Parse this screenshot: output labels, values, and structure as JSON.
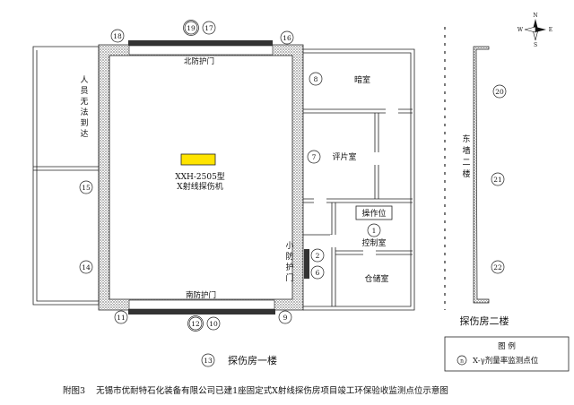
{
  "north_door": "北防护门",
  "south_door": "南防护门",
  "small_door": [
    "小",
    "防",
    "护",
    "门"
  ],
  "no_access": [
    "人",
    "员",
    "无",
    "法",
    "到",
    "达"
  ],
  "machine": {
    "model": "XXH-2505型",
    "name": "X射线探伤机"
  },
  "rooms": {
    "dark_room": "暗室",
    "review_room": "评片室",
    "operator_box": "操作位",
    "control_room": "控制室",
    "storage_room": "仓储室"
  },
  "east_wall": [
    "东",
    "墙",
    "二",
    "楼"
  ],
  "floor1_label": "探伤房一楼",
  "floor2_label": "探伤房二楼",
  "legend": {
    "title": "图 例",
    "item_text": "X-γ剂量率监测点位",
    "item_symbol": "n"
  },
  "caption": "附图3    无锡市优耐特石化装备有限公司已建1座固定式X射线探伤房项目竣工环保验收监测点位示意图",
  "compass": {
    "n": "N",
    "s": "S",
    "e": "E",
    "w": "W"
  },
  "points": {
    "p1": "1",
    "p2": "2",
    "p6": "6",
    "p7": "7",
    "p8": "8",
    "p9": "9",
    "p10": "10",
    "p11": "11",
    "p12": "12",
    "p13": "13",
    "p14": "14",
    "p15": "15",
    "p16": "16",
    "p17": "17",
    "p18": "18",
    "p19": "19",
    "p20": "20",
    "p21": "21",
    "p22": "22"
  }
}
